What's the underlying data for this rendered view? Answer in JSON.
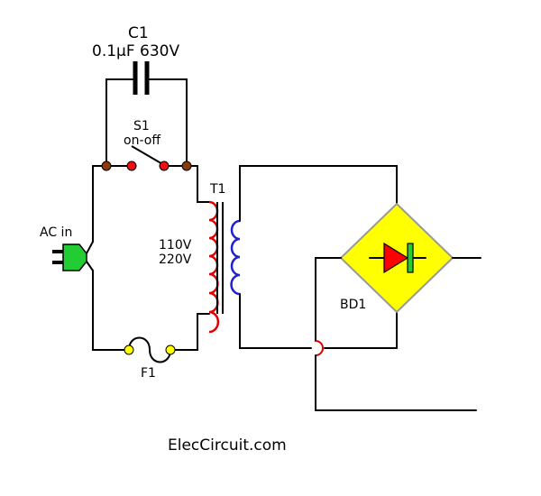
{
  "labels": {
    "c1_name": "C1",
    "c1_value": "0.1µF  630V",
    "s1_name": "S1",
    "s1_desc": "on-off",
    "t1_name": "T1",
    "voltage_1": "110V",
    "voltage_2": "220V",
    "ac_in": "AC in",
    "f1_name": "F1",
    "bd1_name": "BD1",
    "watermark": "ElecCircuit.com"
  },
  "colors": {
    "wire": "#000000",
    "primary_coil": "#e00000",
    "secondary_coil": "#2020d0",
    "plug": "#22cc33",
    "bridge_fill": "#ffff00",
    "bridge_stroke": "#999999",
    "diode_red": "#ff0000",
    "diode_green": "#22cc33",
    "terminal_brown": "#8b3a0e",
    "terminal_red": "#ee1111",
    "fuse_end": "#ffff00",
    "crossover": "#e00000"
  },
  "icons": {
    "capacitor": "capacitor-symbol",
    "switch": "switch-symbol",
    "transformer": "transformer-symbol",
    "plug": "ac-plug-icon",
    "fuse": "fuse-symbol",
    "bridge": "bridge-rectifier-symbol"
  }
}
